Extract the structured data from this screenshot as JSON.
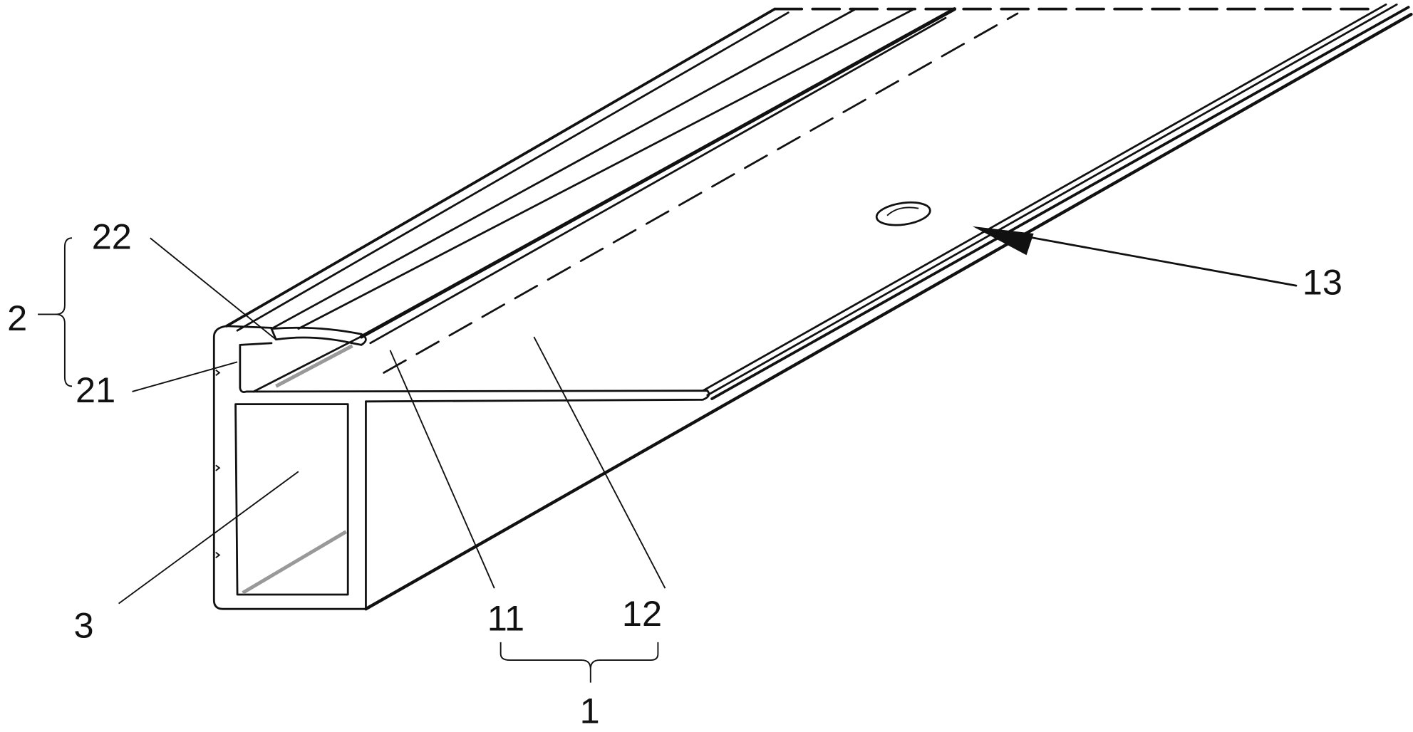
{
  "figure": {
    "labels": {
      "l22": "22",
      "l2": "2",
      "l21": "21",
      "l3": "3",
      "l11": "11",
      "l12": "12",
      "l13": "13",
      "l1": "1"
    },
    "colors": {
      "line": "#111111",
      "background": "#ffffff",
      "shade": "#999999"
    }
  }
}
